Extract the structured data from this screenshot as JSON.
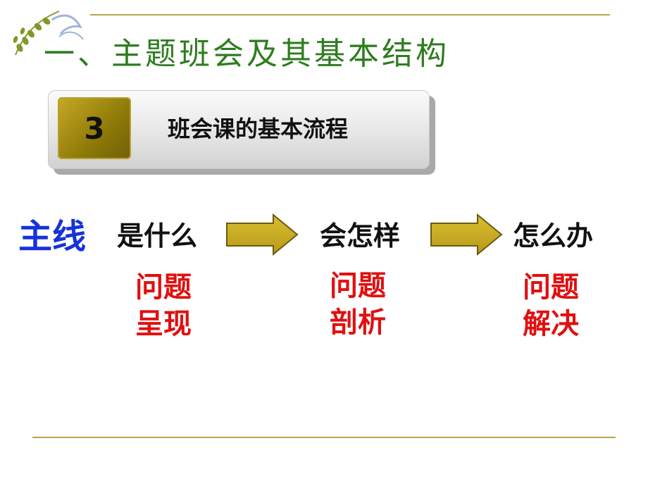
{
  "title": "一、主题班会及其基本结构",
  "banner": {
    "number": "3",
    "text": "班会课的基本流程"
  },
  "flow": {
    "mainline": "主线",
    "steps": [
      "是什么",
      "会怎样",
      "怎么办"
    ],
    "results": [
      [
        "问题",
        "呈现"
      ],
      [
        "问题",
        "剖析"
      ],
      [
        "问题",
        "解决"
      ]
    ]
  },
  "colors": {
    "title": "#2e7d1f",
    "mainline": "#1632d8",
    "results": "#e01010",
    "arrow_fill": "#c3a821",
    "rule": "#b9a54a"
  }
}
